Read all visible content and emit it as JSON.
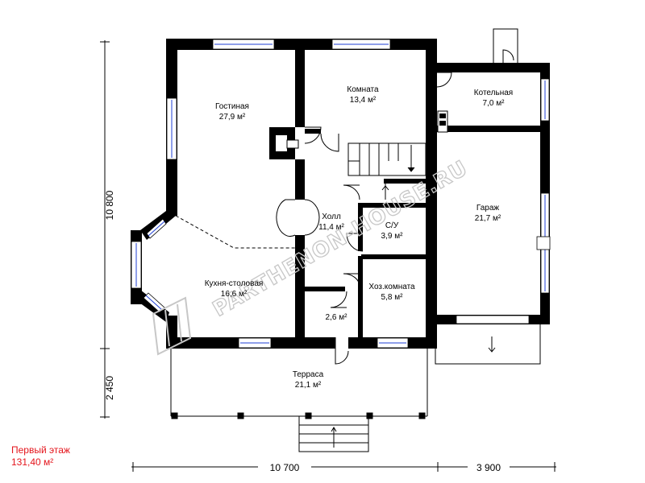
{
  "rooms": {
    "living": {
      "name": "Гостиная",
      "area": "27,9 м²"
    },
    "room": {
      "name": "Комната",
      "area": "13,4 м²"
    },
    "boiler": {
      "name": "Котельная",
      "area": "7,0 м²"
    },
    "garage": {
      "name": "Гараж",
      "area": "21,7 м²"
    },
    "hall": {
      "name": "Холл",
      "area": "11,4 м²"
    },
    "wc": {
      "name": "С/У",
      "area": "3,9 м²"
    },
    "kitchen": {
      "name": "Кухня-столовая",
      "area": "16,6 м²"
    },
    "utility": {
      "name": "Хоз.комната",
      "area": "5,8 м²"
    },
    "closet": {
      "area": "2,6 м²"
    },
    "terrace": {
      "name": "Терраса",
      "area": "21,1 м²"
    }
  },
  "dimensions": {
    "height_main": "10 800",
    "height_terrace": "2 450",
    "width_main": "10 700",
    "width_garage": "3 900"
  },
  "footer": {
    "floor": "Первый этаж",
    "total_area": "131,40 м²"
  },
  "watermark": "PARTHENON-HOUSE.RU"
}
